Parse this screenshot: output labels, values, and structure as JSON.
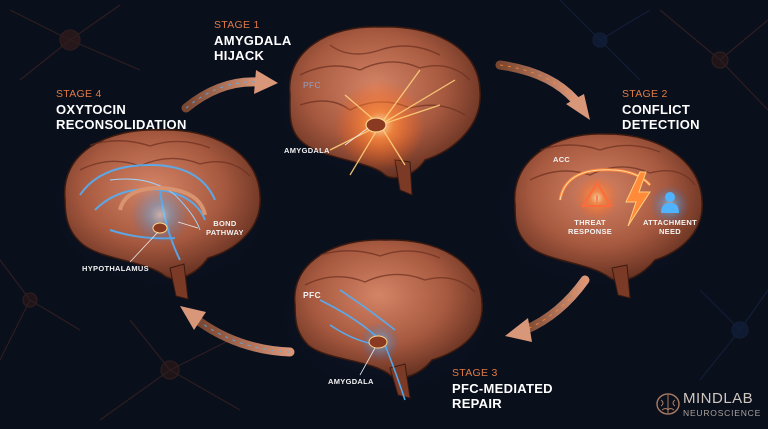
{
  "stages": [
    {
      "num": "STAGE 1",
      "title": "AMYGDALA\nHIJACK"
    },
    {
      "num": "STAGE 2",
      "title": "CONFLICT\nDETECTION"
    },
    {
      "num": "STAGE 3",
      "title": "PFC-MEDIATED\nREPAIR"
    },
    {
      "num": "STAGE 4",
      "title": "OXYTOCIN\nRECONSOLIDATION"
    }
  ],
  "brain_labels": {
    "stage1_pfc": "PFC",
    "stage1_amygdala": "AMYGDALA",
    "stage2_acc": "ACC",
    "stage2_threat": "THREAT\nRESPONSE",
    "stage2_attachment": "ATTACHMENT\nNEED",
    "stage3_pfc": "PFC",
    "stage3_amygdala": "AMYGDALA",
    "stage4_bond": "BOND\nPATHWAY",
    "stage4_hypothalamus": "HYPOTHALAMUS"
  },
  "brand": {
    "name": "MINDLAB",
    "sub": "NEUROSCIENCE"
  },
  "colors": {
    "background": "#0a0f1c",
    "brain": "#b4664a",
    "stage_accent": "#e07a45",
    "glow_orange": "#ff7a2e",
    "glow_blue": "#4fb3ff",
    "arrow": "#c88b6a"
  },
  "icons": [
    "warning-triangle-icon",
    "lightning-bolt-icon",
    "person-icon",
    "brain-logo-icon"
  ]
}
